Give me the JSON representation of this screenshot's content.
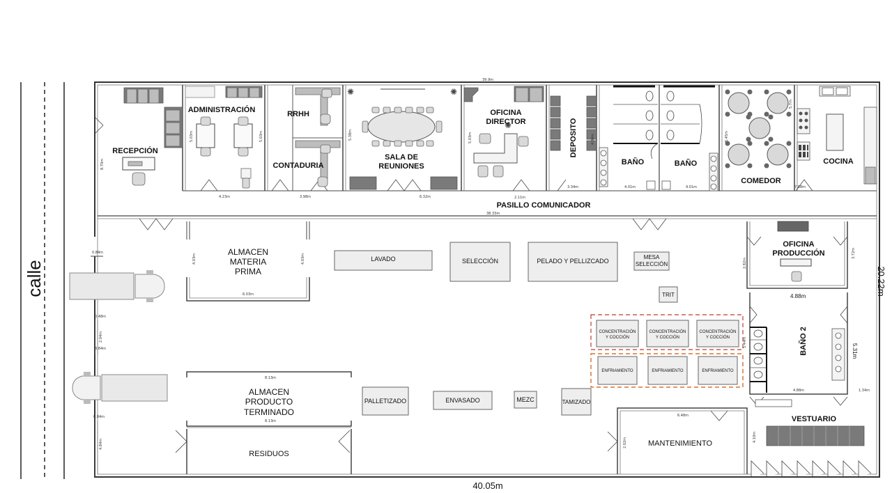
{
  "labels": {
    "calle": "calle",
    "recepcion": "RECEPCIÓN",
    "administracion": "ADMINISTRACIÓN",
    "rrhh": "RRHH",
    "contaduria": "CONTADURIA",
    "sala1": "SALA DE",
    "sala2": "REUNIONES",
    "oficina_dir1": "OFICINA",
    "oficina_dir2": "DIRECTOR",
    "deposito": "DEPOSITO",
    "bano_a": "BAÑO",
    "bano_b": "BAÑO",
    "comedor": "COMEDOR",
    "cocina": "COCINA",
    "pasillo": "PASILLO COMUNICADOR",
    "almacen_mp1": "ALMACEN",
    "almacen_mp2": "MATERIA",
    "almacen_mp3": "PRIMA",
    "lavado": "LAVADO",
    "seleccion": "SELECCIÓN",
    "pelado": "PELADO Y PELLIZCADO",
    "mesa1": "MESA",
    "mesa2": "SELECCIÓN",
    "trit": "TRIT",
    "ofi_prod1": "OFICINA",
    "ofi_prod2": "PRODUCCIÓN",
    "conc1": "CONCENTRACIÓN",
    "conc2": "Y COCCIÓN",
    "enfriamiento": "ENFRIAMIENTO",
    "bano2": "BAÑO 2",
    "almacen_pt1": "ALMACEN",
    "almacen_pt2": "PRODUCTO",
    "almacen_pt3": "TERMINADO",
    "palletizado": "PALLETIZADO",
    "envasado": "ENVASADO",
    "mezc": "MEZC",
    "tamizado": "TAMIZADO",
    "residuos": "RESIDUOS",
    "mantenimiento": "MANTENIMIENTO",
    "vestuario": "VESTUARIO"
  },
  "dimensions": {
    "total_width": "40.05m",
    "total_height": "20.22m",
    "top_total": "39.9m",
    "corridor_length": "38.33m",
    "reception_depth": "8.70m",
    "admin_width": "4.23m",
    "admin_depth_left": "5.03m",
    "admin_depth_right": "5.03m",
    "contaduria_width": "3.98m",
    "sala_width": "6.32m",
    "sala_depth": "5.38m",
    "director_depth": "5.03m",
    "director_door": "2.11m",
    "deposito_width": "3.34m",
    "deposito_depth": "4.84m",
    "bano_w1": "4.01m",
    "bano_w2": "4.01m",
    "comedor_width": "7.88m",
    "comedor_depth": "5.45m",
    "cocina_dim": "5.7m",
    "entry_gap": "0.84m",
    "almacen_mp_width": "6.03m",
    "almacen_mp_depth_l": "4.03m",
    "almacen_mp_depth_r": "4.03m",
    "almacen_pt_width": "8.13m",
    "almacen_pt_width2": "8.13m",
    "side_a": "0.48m",
    "side_b": "3.84m",
    "side_c": "2.04m",
    "side_d": "0.84m",
    "side_e": "4.84m",
    "mant_width": "6.48m",
    "mant_depth": "2.02m",
    "ofi_prod_depth": "3.72m",
    "pasillo_gap": "2.82m",
    "bano2_width_top": "4.88m",
    "bano2_width_bottom": "4.88m",
    "bano2_depth": "5.31m",
    "bano2_side": "1.34m",
    "proc_depth": "5.44m",
    "vestuario_depth": "4.10m"
  }
}
